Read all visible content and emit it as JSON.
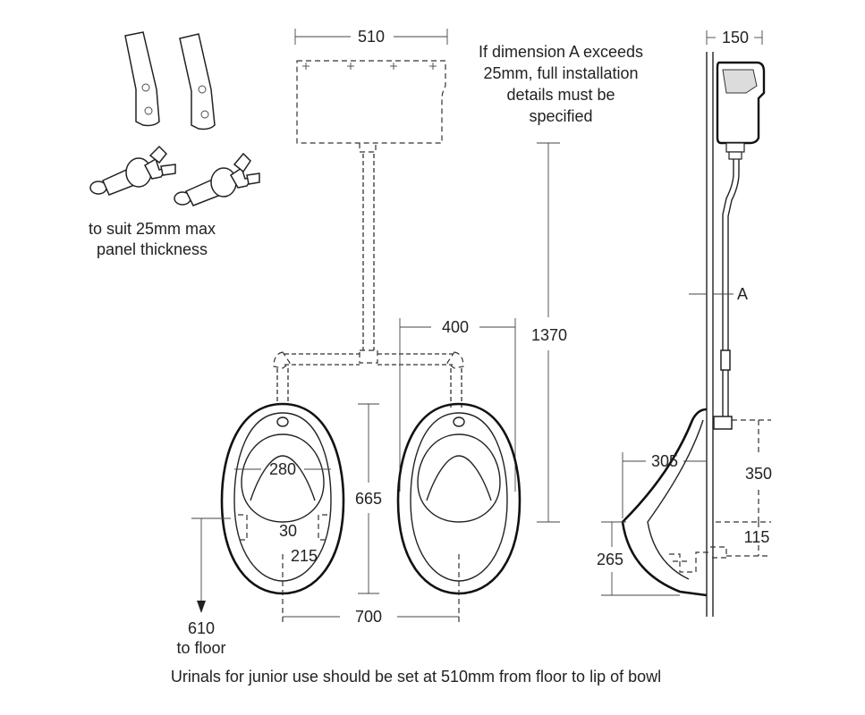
{
  "dimensions": {
    "cistern_width": "510",
    "wall_depth": "150",
    "bowl_spacing": "400",
    "cistern_height": "1370",
    "bowl_width": "280",
    "bowl_height": "665",
    "waste_offset": "30",
    "bowl_lip_to_waste": "215",
    "overall_width": "700",
    "projection": "305",
    "lip_to_spreader": "350",
    "waste_to_lip": "115",
    "waste_height": "265"
  },
  "labels": {
    "dimension_a_marker": "A",
    "dimension_a_note": [
      "If dimension A exceeds",
      "25mm, full installation",
      "details must be",
      "specified"
    ],
    "panel_note": [
      "to suit 25mm max",
      "panel thickness"
    ],
    "floor_height": [
      "610",
      "to floor"
    ],
    "footer_note": "Urinals for junior use should be set at 510mm from floor to lip of bowl"
  }
}
